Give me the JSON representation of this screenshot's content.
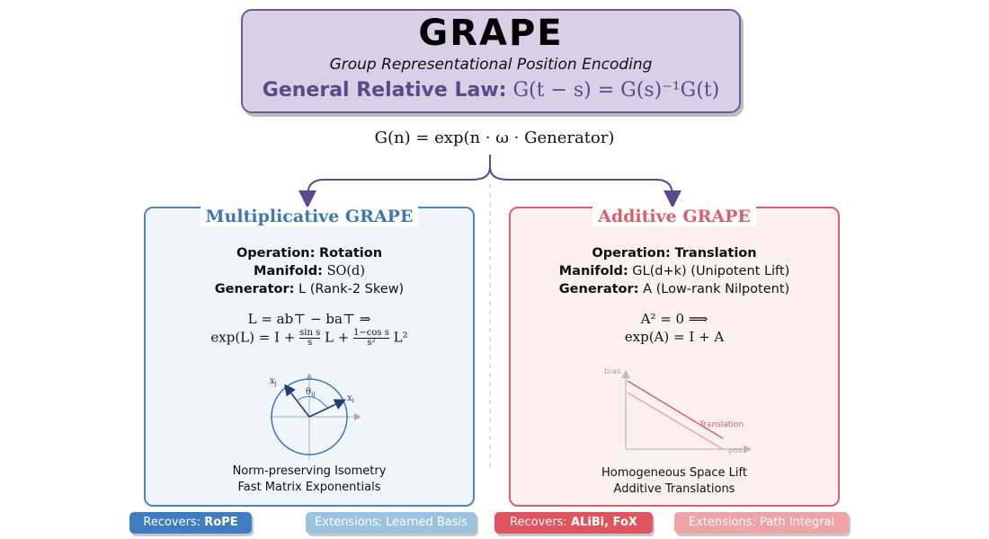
{
  "header": {
    "title": "GRAPE",
    "subtitle": "Group Representational Position Encoding",
    "law_label": "General Relative Law:",
    "law_equation": "G(t − s) = G(s)⁻¹G(t)"
  },
  "main_formula": "G(n) = exp(n · ω · Generator)",
  "left": {
    "title": "Multiplicative GRAPE",
    "operation_label": "Operation:",
    "operation_value": "Rotation",
    "manifold_label": "Manifold:",
    "manifold_value": "SO(d)",
    "generator_label": "Generator:",
    "generator_value": "L (Rank-2 Skew)",
    "math_line1": "L = ab⊤ − ba⊤ ⇒",
    "math_line2_a": "exp(L) = I + ",
    "math_frac1_num": "sin s",
    "math_frac1_den": "s",
    "math_mid": " L + ",
    "math_frac2_num": "1−cos s",
    "math_frac2_den": "s²",
    "math_end": " L²",
    "diagram": {
      "xj": "x",
      "xj_sub": "j",
      "xi": "x",
      "xi_sub": "i",
      "theta": "θ",
      "theta_sub": "ij"
    },
    "caption_line1": "Norm-preserving Isometry",
    "caption_line2": "Fast Matrix Exponentials"
  },
  "right": {
    "title": "Additive GRAPE",
    "operation_label": "Operation:",
    "operation_value": "Translation",
    "manifold_label": "Manifold:",
    "manifold_value": "GL(d+k) (Unipotent Lift)",
    "generator_label": "Generator:",
    "generator_value": "A (Low-rank Nilpotent)",
    "math_line1": "A² = 0 ⟹",
    "math_line2": "exp(A) = I + A",
    "plot": {
      "y_label": "bias",
      "x_label": "pos",
      "line_label": "Translation"
    },
    "caption_line1": "Homogeneous Space Lift",
    "caption_line2": "Additive Translations"
  },
  "badges": {
    "rope_prefix": "Recovers:",
    "rope_value": "RoPE",
    "ext_left": "Extensions: Learned Basis",
    "alibi_prefix": "Recovers:",
    "alibi_value": "ALiBi, FoX",
    "ext_right": "Extensions: Path Integral"
  },
  "colors": {
    "purple": "#6e5a9a",
    "blue": "#3c78b8",
    "red": "#d9606a"
  }
}
